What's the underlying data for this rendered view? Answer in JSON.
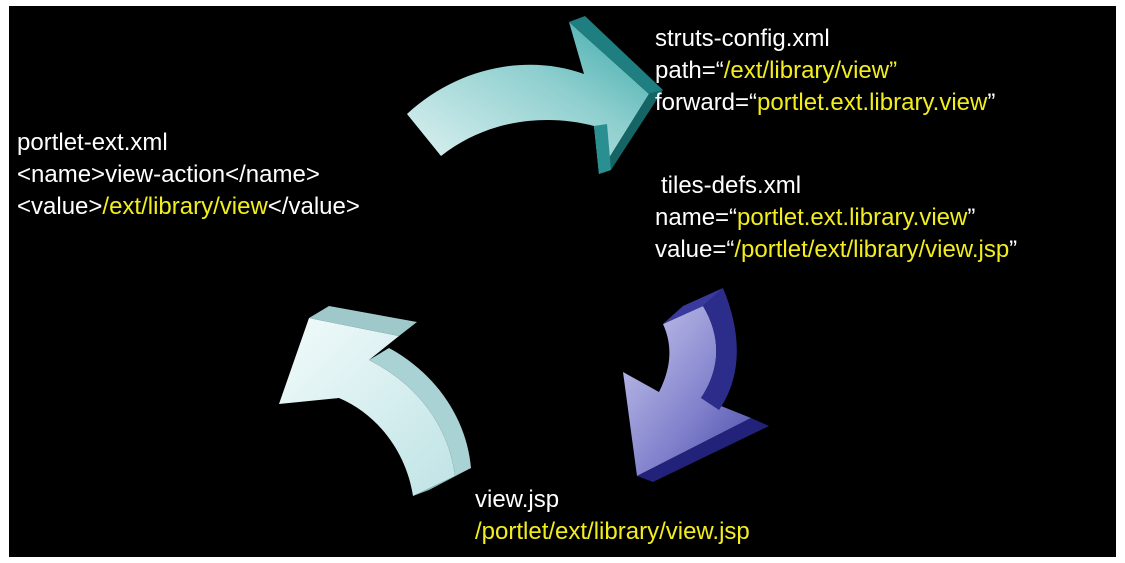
{
  "colors": {
    "background": "#000000",
    "text": "#ffffff",
    "highlight": "#f2ee1e",
    "arrow_teal": "#3aa8a8",
    "arrow_blue": "#4a4aa8",
    "arrow_pale": "#c8e8ea"
  },
  "nodes": {
    "portlet_ext": {
      "title": "portlet-ext.xml",
      "name_line": "<name>view-action</name>",
      "value_open": "<value>",
      "value_path": "/ext/library/view",
      "value_close": "</value>"
    },
    "struts_config": {
      "title": "struts-config.xml",
      "path_prefix": "path=“",
      "path_value": "/ext/library/view",
      "path_suffix": "”",
      "forward_prefix": "forward=“",
      "forward_value": "portlet.ext.library.view",
      "forward_suffix": "”"
    },
    "tiles_defs": {
      "title": "tiles-defs.xml",
      "name_prefix": "name=“",
      "name_value": "portlet.ext.library.view",
      "name_suffix": "”",
      "value_prefix": "value=“",
      "value_value": "/portlet/ext/library/view.jsp",
      "value_suffix": "”"
    },
    "view_jsp": {
      "title": "view.jsp",
      "path": "/portlet/ext/library/view.jsp"
    }
  },
  "arrows": [
    {
      "name": "arrow-portlet-to-struts",
      "color": "teal"
    },
    {
      "name": "arrow-tiles-to-view",
      "color": "blue"
    },
    {
      "name": "arrow-view-to-portlet",
      "color": "pale"
    }
  ]
}
